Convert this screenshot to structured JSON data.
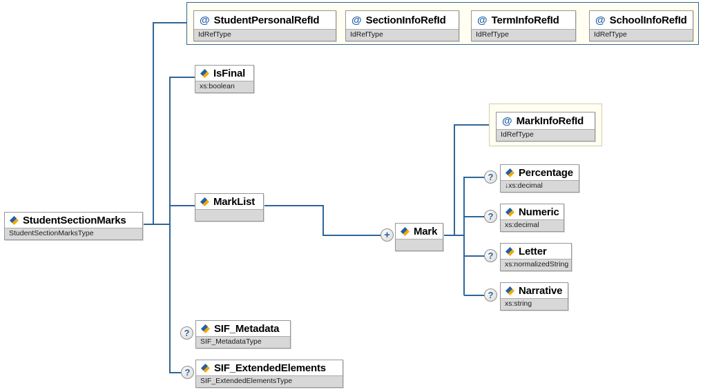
{
  "glyphs": {
    "attribute": "@",
    "optional": "?",
    "repeatable": "+"
  },
  "colors": {
    "connector": "#2e6496",
    "container_fill": "#fffef0",
    "container_border_blue": "#2e6496",
    "container_border_pale": "#cfcfae",
    "node_border": "#959595",
    "subtitle_bg": "#d8d8d8",
    "icon_blue": "#2060a8",
    "icon_gold": "#f5a800"
  },
  "root": {
    "name": "StudentSectionMarks",
    "type": "StudentSectionMarksType"
  },
  "attribute_group": [
    {
      "name": "StudentPersonalRefId",
      "type": "IdRefType"
    },
    {
      "name": "SectionInfoRefId",
      "type": "IdRefType"
    },
    {
      "name": "TermInfoRefId",
      "type": "IdRefType"
    },
    {
      "name": "SchoolInfoRefId",
      "type": "IdRefType"
    }
  ],
  "elements": {
    "is_final": {
      "name": "IsFinal",
      "type": "xs:boolean"
    },
    "mark_list": {
      "name": "MarkList",
      "type": ""
    },
    "mark": {
      "name": "Mark",
      "type": ""
    },
    "mark_info_ref_id": {
      "name": "MarkInfoRefId",
      "type": "IdRefType"
    },
    "percentage": {
      "name": "Percentage",
      "type": "↓xs:decimal"
    },
    "numeric": {
      "name": "Numeric",
      "type": "xs:decimal"
    },
    "letter": {
      "name": "Letter",
      "type": "xs:normalizedString"
    },
    "narrative": {
      "name": "Narrative",
      "type": "xs:string"
    },
    "sif_metadata": {
      "name": "SIF_Metadata",
      "type": "SIF_MetadataType"
    },
    "sif_extended_elements": {
      "name": "SIF_ExtendedElements",
      "type": "SIF_ExtendedElementsType"
    }
  }
}
